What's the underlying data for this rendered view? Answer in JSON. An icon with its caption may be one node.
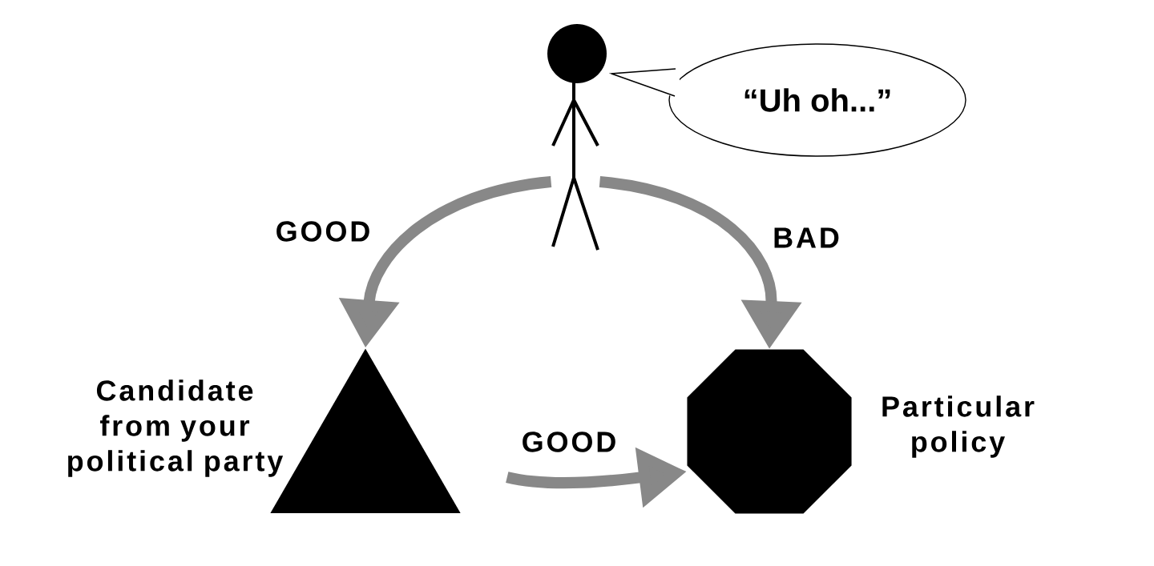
{
  "diagram": {
    "nodes": [
      {
        "text": [],
        "shape": "person"
      },
      {
        "text": [
          "“Uh oh...”"
        ]
      },
      {
        "text": [],
        "shape": "triangle",
        "beside": [
          "Candidate from your political party"
        ]
      },
      {
        "text": [],
        "shape": "octagon",
        "beside": [
          "Particular policy"
        ]
      }
    ],
    "edges": [
      {
        "from": 0,
        "to": 2,
        "arrow": "to",
        "label": "GOOD"
      },
      {
        "from": 0,
        "to": 3,
        "arrow": "to",
        "label": "BAD"
      },
      {
        "from": 2,
        "to": 3,
        "arrow": "to",
        "label": "GOOD"
      }
    ]
  }
}
